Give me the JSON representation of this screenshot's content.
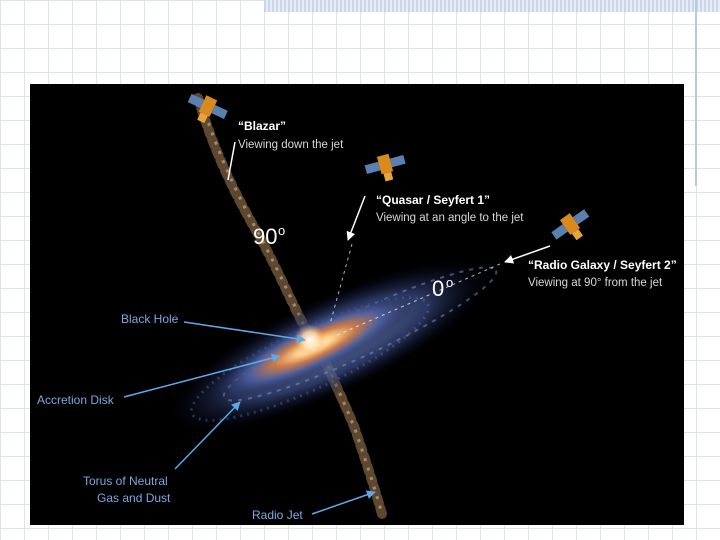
{
  "viewers": {
    "blazar": {
      "title": "“Blazar”",
      "subtitle": "Viewing down the jet"
    },
    "quasar": {
      "title": "“Quasar / Seyfert 1”",
      "subtitle": "Viewing at an angle to the jet"
    },
    "radio_galaxy": {
      "title": "“Radio Galaxy / Seyfert 2”",
      "subtitle": "Viewing at 90° from the jet"
    }
  },
  "parts": {
    "black_hole": "Black Hole",
    "accretion_disk": "Accretion Disk",
    "torus_line1": "Torus of Neutral",
    "torus_line2": "Gas and Dust",
    "radio_jet": "Radio Jet"
  },
  "angles": {
    "ninety": {
      "value": "90",
      "unit": "o"
    },
    "zero": {
      "value": "0",
      "unit": "o"
    }
  },
  "colors": {
    "label_blue": "#7aa9e0",
    "jet": "#a8845a",
    "disk_core": "#ffd9a0",
    "satellite_gold": "#d88a1e",
    "solar_panel": "#5a7fb0"
  }
}
